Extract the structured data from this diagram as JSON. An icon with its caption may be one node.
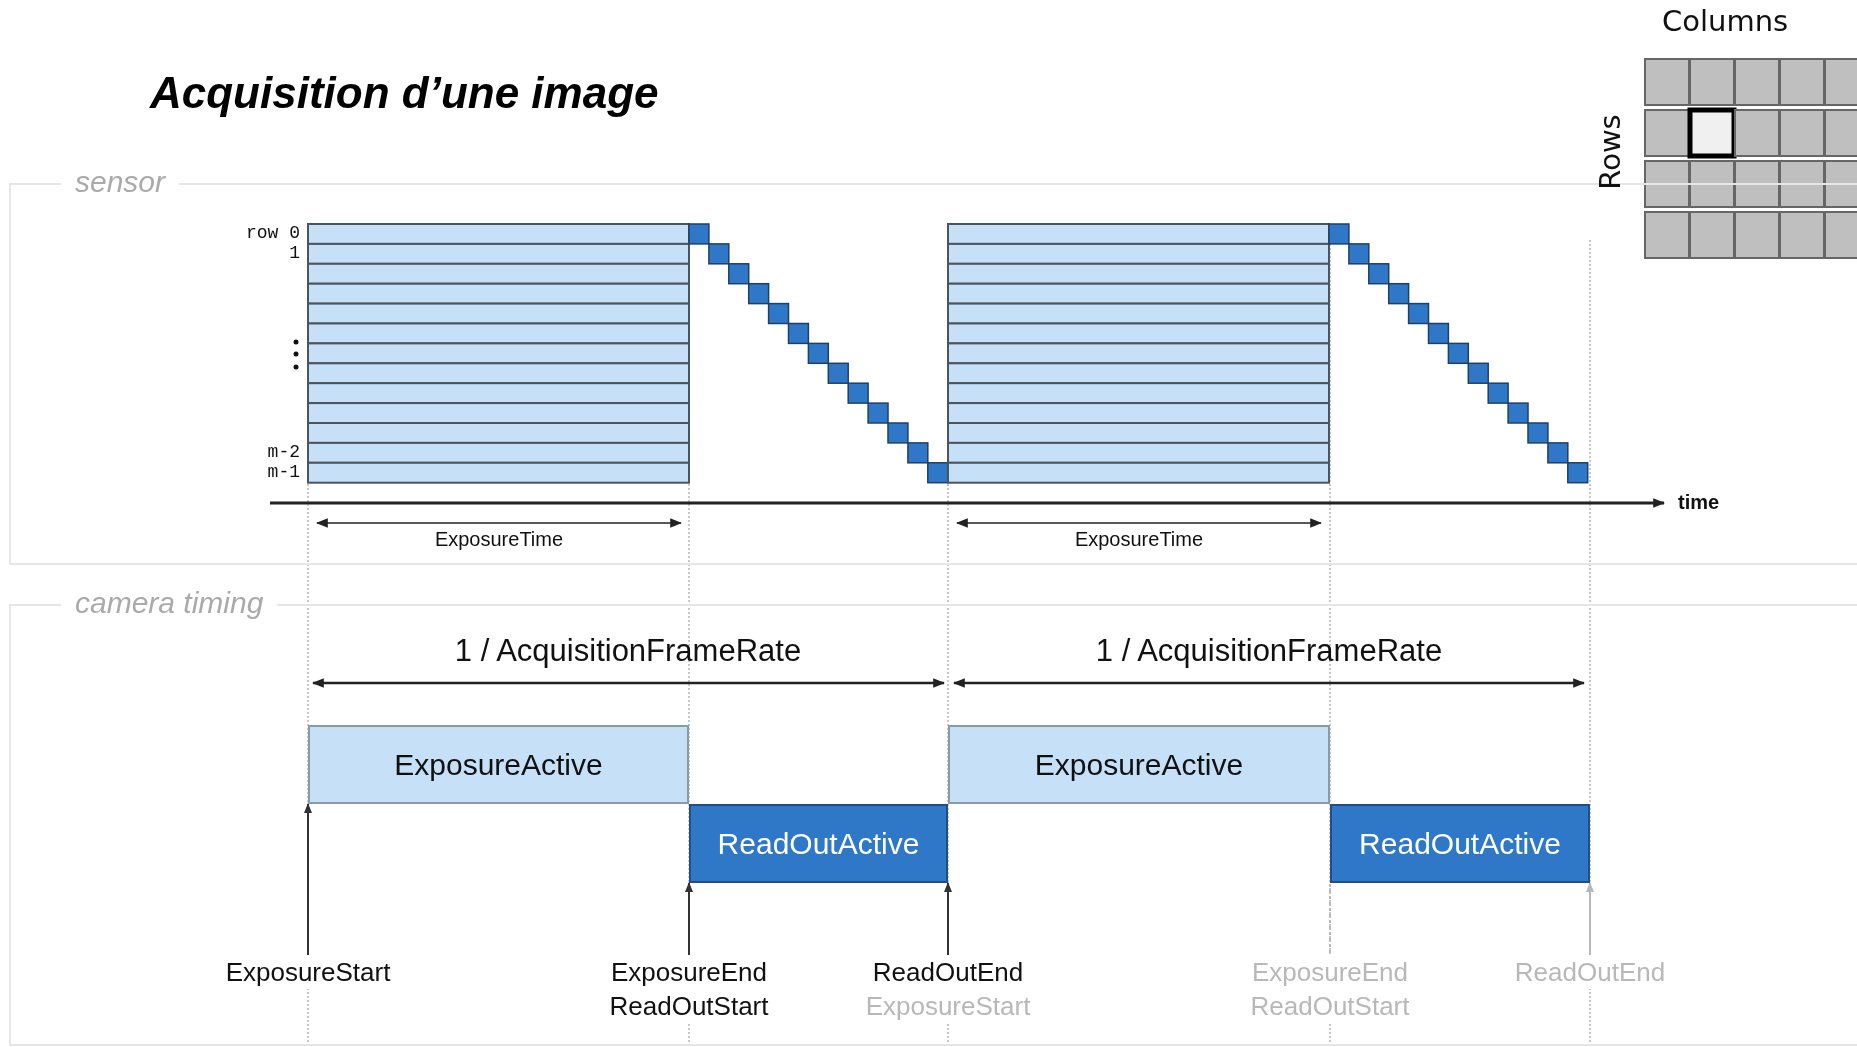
{
  "diagram": {
    "title": "Acquisition d’une image",
    "nodes": [
      {
        "text": [
          "sensor"
        ]
      },
      {
        "text": [
          "camera timing"
        ]
      },
      {
        "text": [
          "ExposureActive"
        ],
        "in": 1
      },
      {
        "text": [
          "ReadOutActive"
        ],
        "in": 1
      },
      {
        "text": [
          "ExposureActive"
        ],
        "in": 1
      },
      {
        "text": [
          "ReadOutActive"
        ],
        "in": 1
      },
      {
        "text": [
          "ExposureStart"
        ],
        "in": 1
      },
      {
        "text": [
          "ExposureEnd",
          "ReadOutStart"
        ],
        "in": 1
      },
      {
        "text": [
          "ReadOutEnd",
          "ExposureStart"
        ],
        "in": 1
      },
      {
        "text": [
          "ExposureEnd",
          "ReadOutStart"
        ],
        "in": 1
      },
      {
        "text": [
          "ReadOutEnd"
        ],
        "in": 1
      }
    ],
    "edges": [
      {
        "from": 6,
        "to": 2,
        "arrow": "to"
      },
      {
        "from": 7,
        "to": 3,
        "arrow": "to"
      },
      {
        "from": 8,
        "to": 3,
        "arrow": "to"
      },
      {
        "from": 9,
        "to": 5,
        "arrow": "none",
        "style": "dashed",
        "color": "#b8b8b8"
      },
      {
        "from": 10,
        "to": 5,
        "arrow": "to",
        "color": "#b8b8b8"
      }
    ],
    "labels": [
      "Columns",
      "Rows",
      "row 0",
      "1",
      "m-2",
      "m-1",
      "time",
      "ExposureTime",
      "ExposureTime",
      "1 / AcquisitionFrameRate",
      "1 / AcquisitionFrameRate"
    ]
  }
}
